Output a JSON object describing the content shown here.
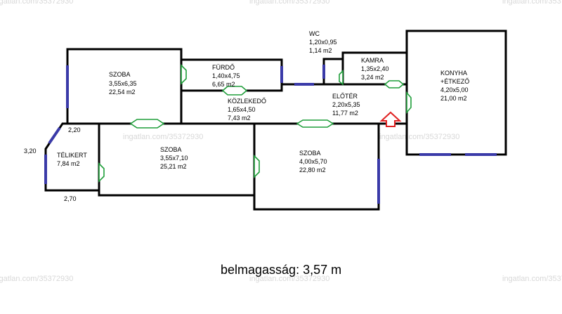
{
  "watermark": "ingatlan.com/35372930",
  "ceiling_height": "belmagasság: 3,57 m",
  "rooms": {
    "szoba1": {
      "name": "SZOBA",
      "size": "3,55x6,35",
      "area": "22,54 m2"
    },
    "furdo": {
      "name": "FÜRDŐ",
      "size": "1,40x4,75",
      "area": "6,65 m2"
    },
    "wc": {
      "name": "WC",
      "size": "1,20x0,95",
      "area": "1,14 m2"
    },
    "kamra": {
      "name": "KAMRA",
      "size": "1,35x2,40",
      "area": "3,24 m2"
    },
    "konyha": {
      "name": "KONYHA",
      "name2": "+ÉTKEZŐ",
      "size": "4,20x5,00",
      "area": "21,00 m2"
    },
    "kozlekedo": {
      "name": "KÖZLEKEDŐ",
      "size": "1,65x4,50",
      "area": "7,43 m2"
    },
    "eloter": {
      "name": "ELŐTÉR",
      "size": "2,20x5,35",
      "area": "11,77 m2"
    },
    "telikert": {
      "name": "TÉLIKERT",
      "area": "7,84 m2"
    },
    "szoba2": {
      "name": "SZOBA",
      "size": "3,55x7,10",
      "area": "25,21 m2"
    },
    "szoba3": {
      "name": "SZOBA",
      "size": "4,00x5,70",
      "area": "22,80 m2"
    }
  },
  "dimensions": {
    "telikert_top": "2,20",
    "telikert_left": "3,20",
    "telikert_bottom": "2,70"
  },
  "colors": {
    "wall": "#000000",
    "window": "#3a3aa8",
    "door": "#1f9e3a",
    "entrance_arrow": "#e02020"
  }
}
